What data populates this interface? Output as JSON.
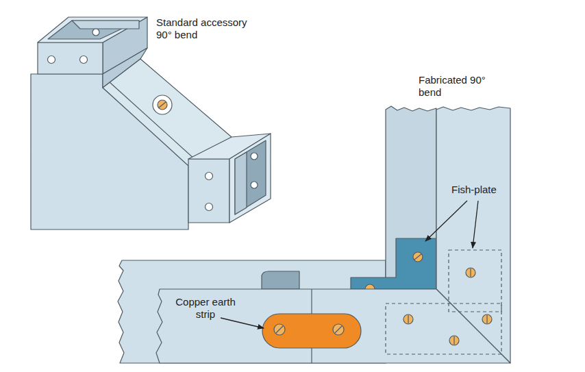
{
  "diagram": {
    "labels": [
      "Standard accessory 90° bend",
      "Fabricated 90° bend",
      "Fish-plate",
      "Copper earth strip"
    ]
  }
}
